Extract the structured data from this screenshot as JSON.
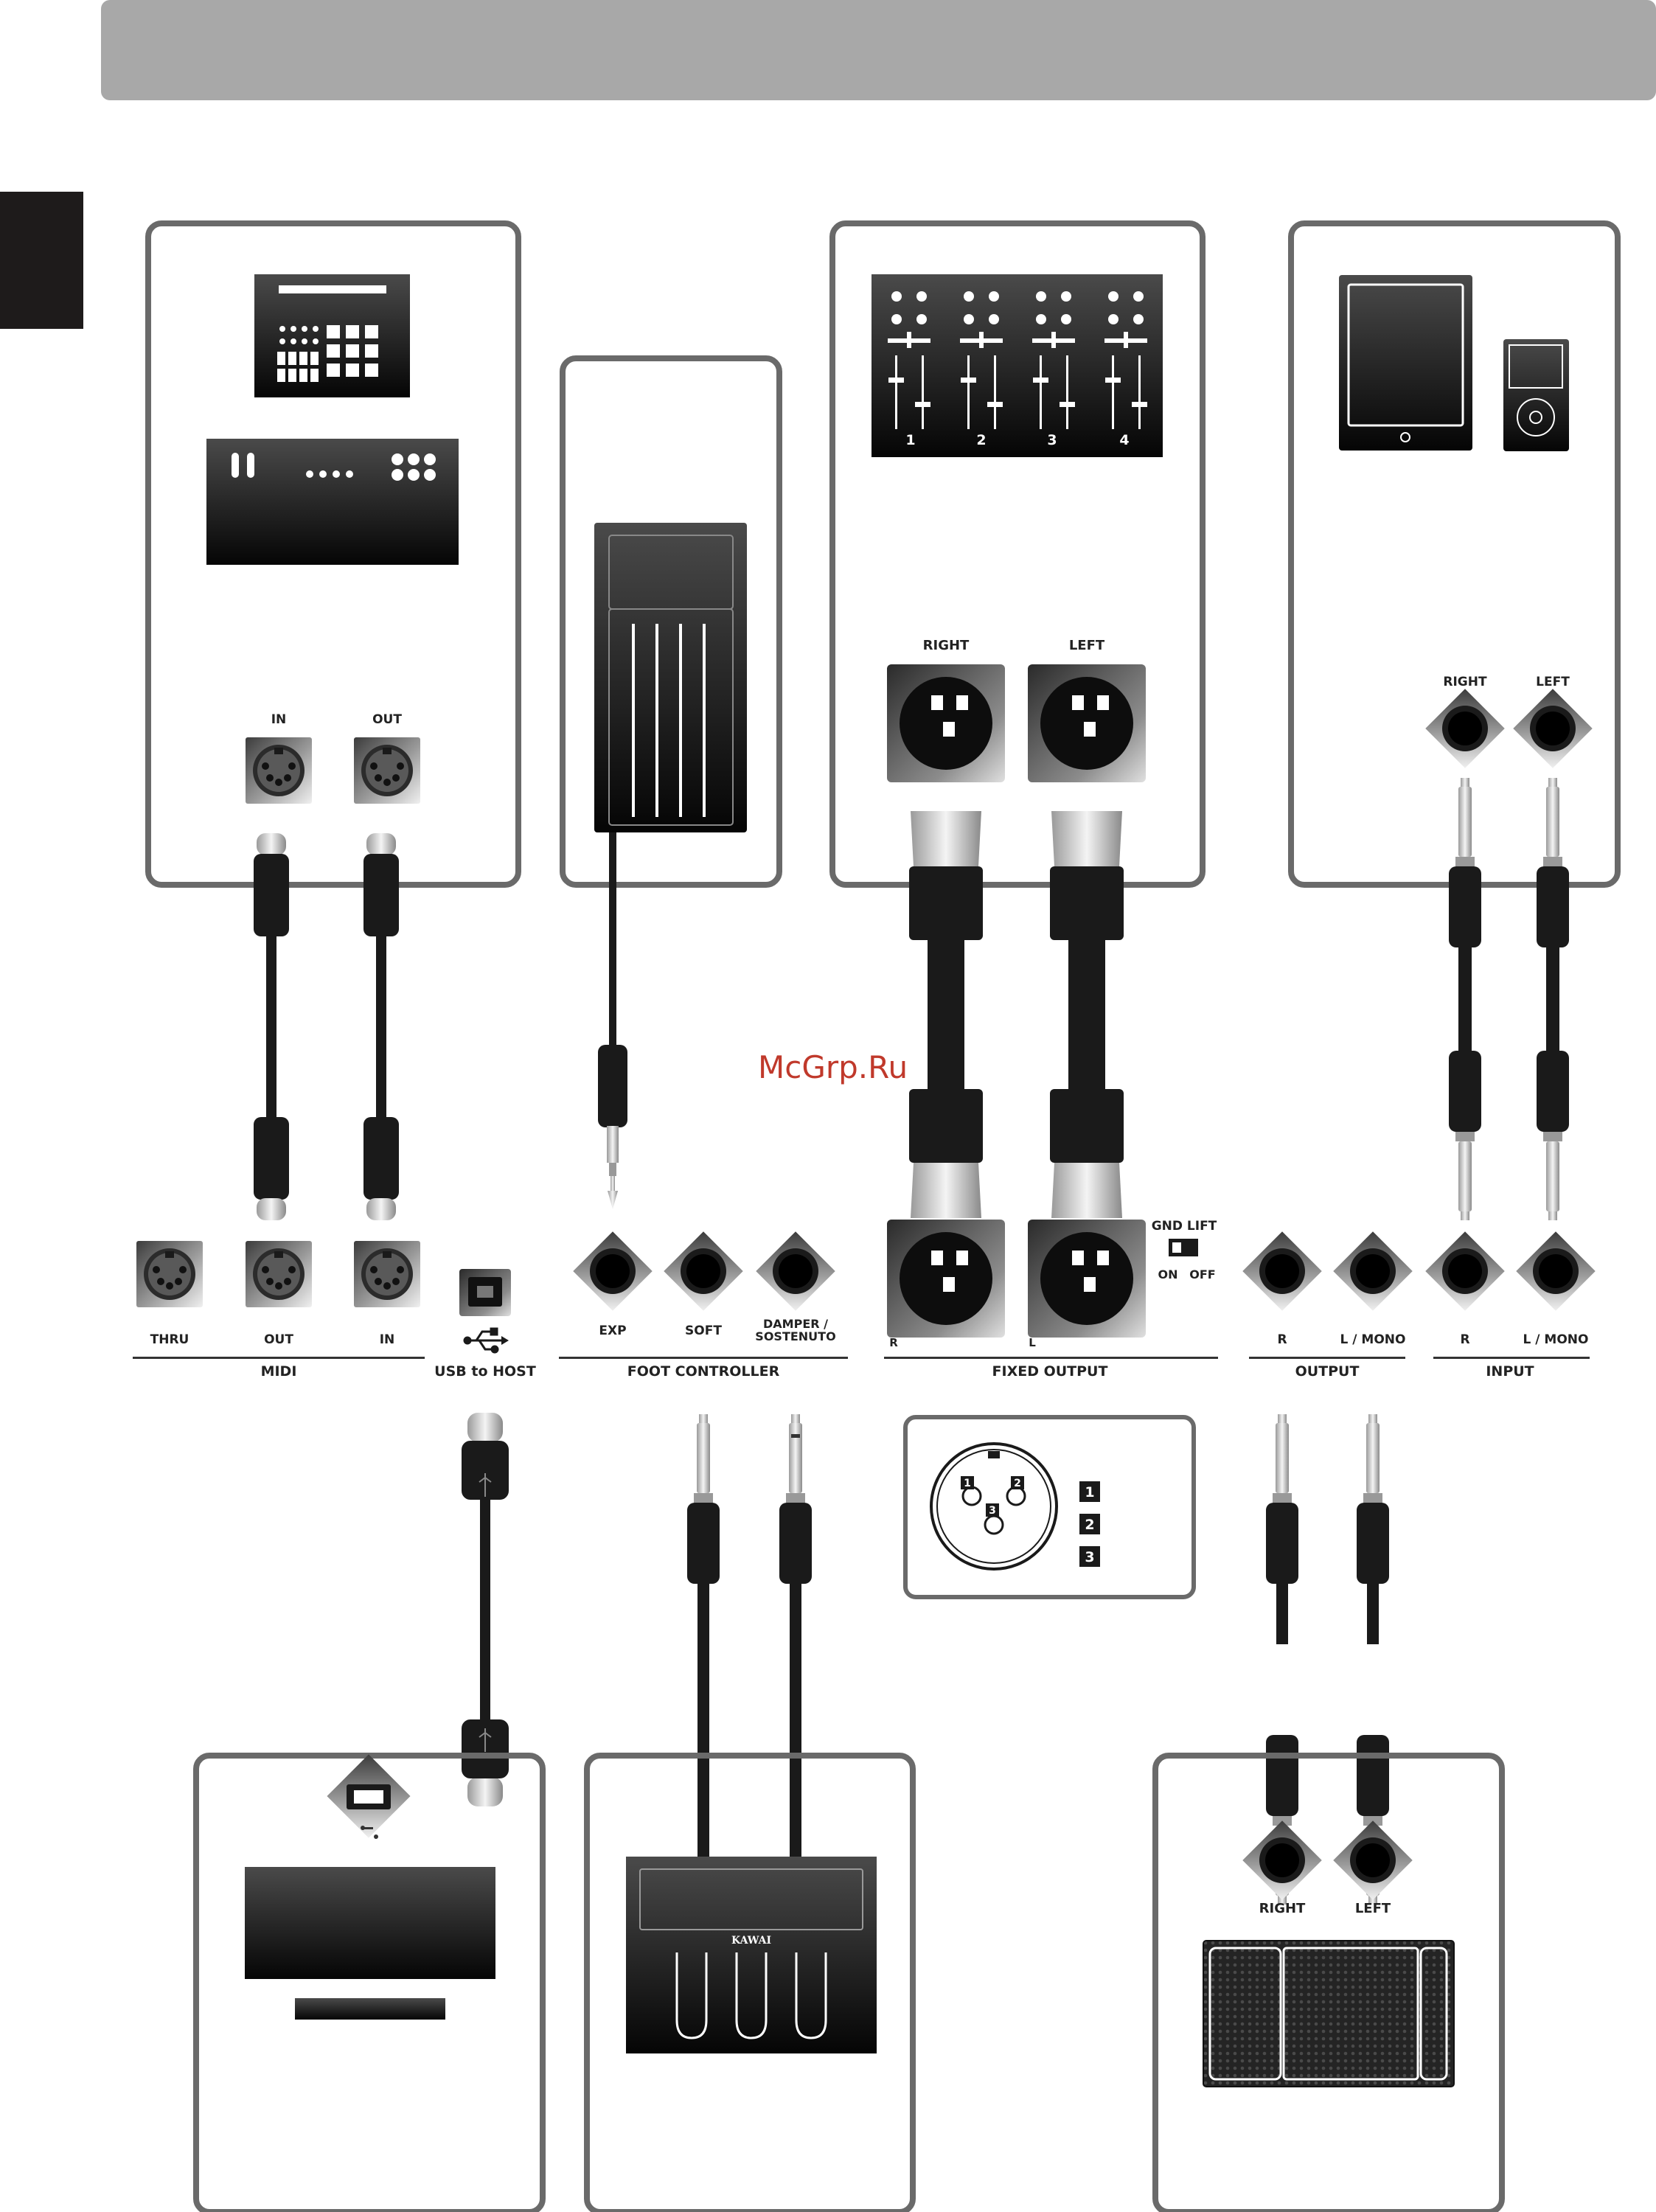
{
  "watermark": "McGrp.Ru",
  "colors": {
    "header_bar": "#a8a8a8",
    "side_tab": "#1e1b1b",
    "box_border": "#6a6a6a",
    "cable": "#1a1a1a",
    "watermark": "#c0392b"
  },
  "device_panels": {
    "midi": {
      "port_labels": [
        "IN",
        "OUT"
      ]
    },
    "mixer": {
      "channel_labels": [
        "1",
        "2",
        "3",
        "4"
      ],
      "xlr_labels": [
        "RIGHT",
        "LEFT"
      ]
    },
    "player": {
      "jack_labels": [
        "RIGHT",
        "LEFT"
      ]
    }
  },
  "panel_groups": {
    "midi": {
      "title": "MIDI",
      "ports": [
        "THRU",
        "OUT",
        "IN"
      ]
    },
    "usb": {
      "title": "USB to HOST"
    },
    "foot": {
      "title": "FOOT CONTROLLER",
      "jacks": [
        "EXP",
        "SOFT",
        "DAMPER /",
        "SOSTENUTO"
      ]
    },
    "fixed": {
      "title": "FIXED OUTPUT",
      "ports": [
        "R",
        "L"
      ]
    },
    "gnd": {
      "title": "GND LIFT",
      "on": "ON",
      "off": "OFF"
    },
    "output": {
      "title": "OUTPUT",
      "jacks": [
        "R",
        "L / MONO"
      ]
    },
    "input": {
      "title": "INPUT",
      "jacks": [
        "R",
        "L / MONO"
      ]
    }
  },
  "xlr_pinout": {
    "pins": [
      "1",
      "2",
      "3"
    ]
  },
  "pedal_brand": "KAWAI",
  "speaker_panel": {
    "jack_labels": [
      "RIGHT",
      "LEFT"
    ]
  }
}
